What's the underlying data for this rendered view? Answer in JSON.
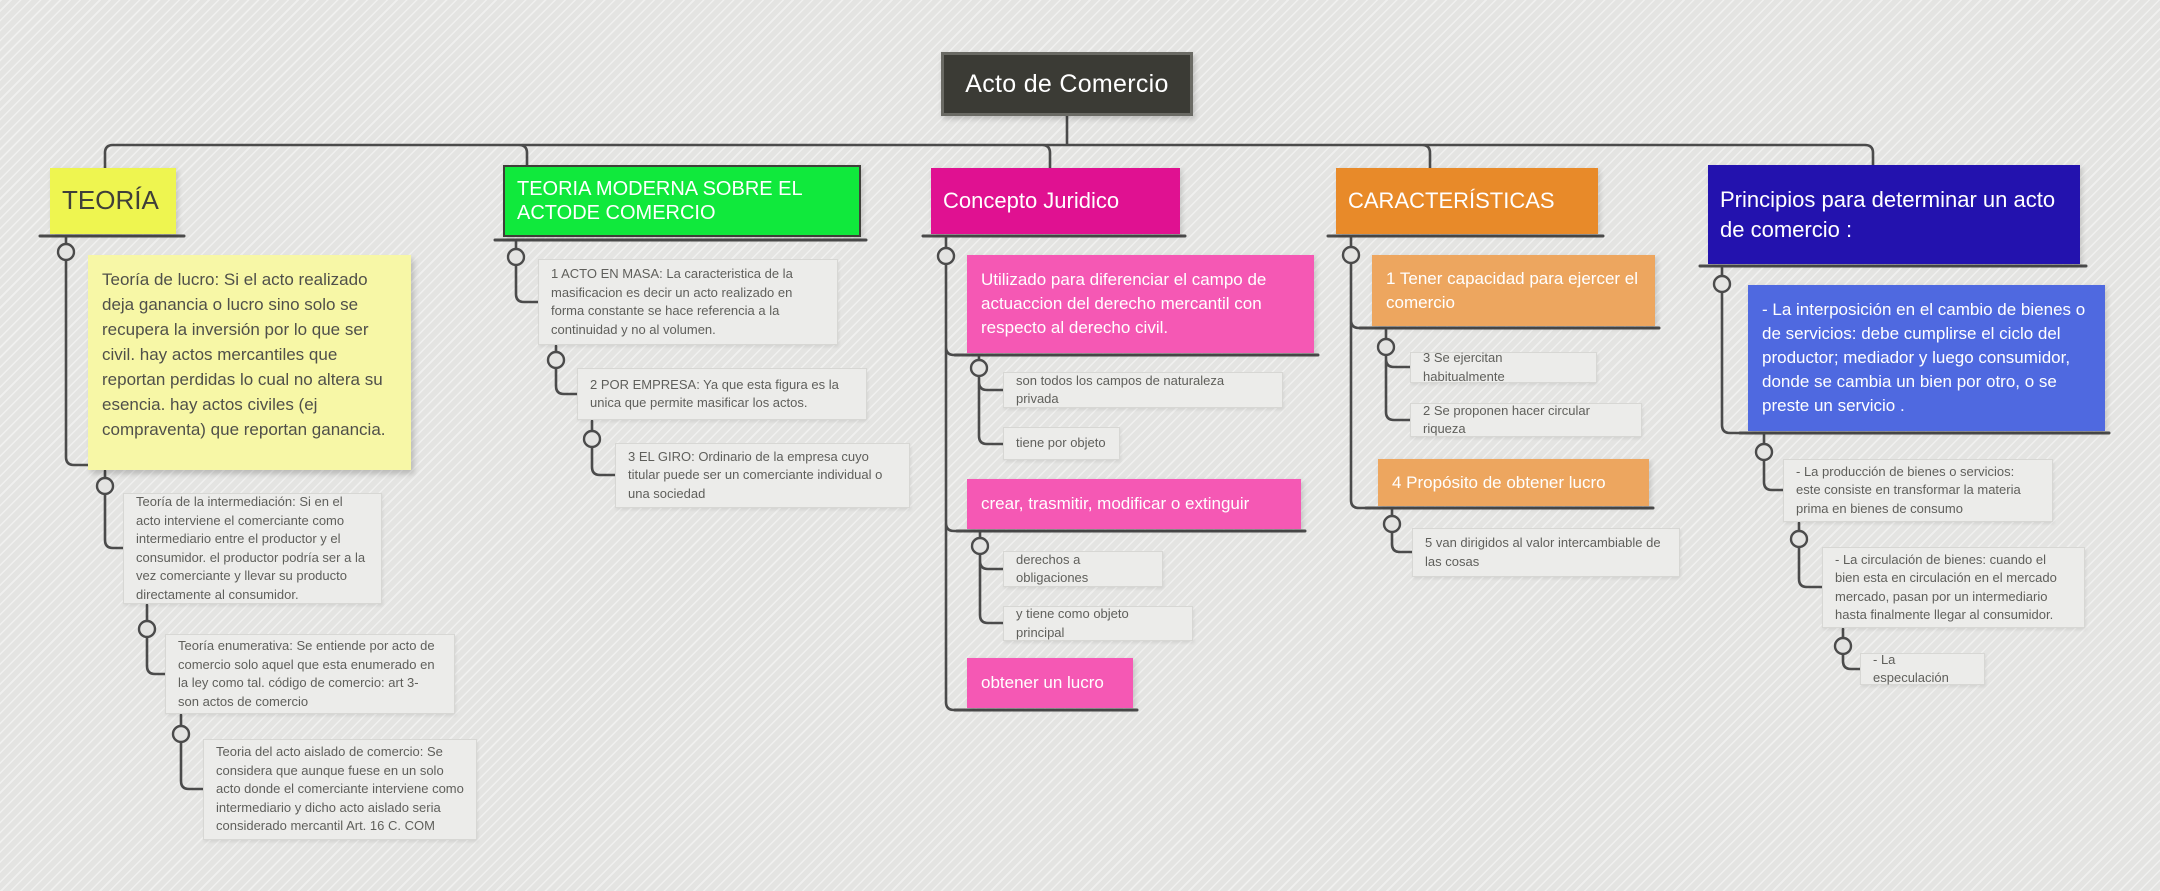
{
  "root": {
    "label": "Acto de Comercio"
  },
  "colors": {
    "background": "#e4e4e2",
    "root_fill": "#3b3b35",
    "connector": "#4b4b4b",
    "teoria_fill": "#eef550",
    "teoria_note_fill": "#f7f7a6",
    "moderna_fill": "#10e93c",
    "concepto_fill": "#e01191",
    "concepto_child_fill": "#f558b4",
    "caracteristicas_fill": "#e88a29",
    "caracteristicas_child_fill": "#eda65f",
    "principios_fill": "#2312ae",
    "principios_child_fill": "#4f69e0",
    "gray_note_fill": "#ececea"
  },
  "branches": [
    {
      "label": "TEORÍA",
      "children": [
        {
          "text": "Teoría de lucro: Si el acto realizado deja ganancia o lucro sino solo se recupera la inversión por lo que ser civil. hay actos mercantiles que reportan perdidas lo cual no altera su esencia. hay actos civiles (ej compraventa) que reportan ganancia."
        },
        {
          "text": "Teoría de la intermediación: Si en el acto interviene el comerciante como intermediario entre el productor y el consumidor. el productor podría ser a la vez comerciante y llevar su producto directamente al consumidor."
        },
        {
          "text": "Teoría enumerativa: Se entiende por acto de comercio solo aquel que esta enumerado en la ley como tal. código de comercio: art 3- son actos de comercio"
        },
        {
          "text": "Teoria del acto aislado de comercio: Se considera que aunque fuese en un solo acto donde el comerciante interviene como intermediario y dicho acto aislado seria considerado mercantil Art. 16 C. COM"
        }
      ]
    },
    {
      "label": "TEORIA MODERNA SOBRE EL ACTODE COMERCIO",
      "children": [
        {
          "text": "1 ACTO EN MASA: La caracteristica de la masificacion es decir un acto realizado en forma constante se hace referencia a la continuidad y no al volumen."
        },
        {
          "text": "2 POR EMPRESA: Ya que esta figura es la unica que permite masificar los actos."
        },
        {
          "text": "3 EL GIRO: Ordinario de la empresa cuyo titular puede ser un comerciante individual o una sociedad"
        }
      ]
    },
    {
      "label": "Concepto Juridico",
      "children": [
        {
          "text": "Utilizado para diferenciar el campo de actuaccion del derecho mercantil con respecto al derecho civil."
        },
        {
          "text": "son todos los campos de  naturaleza privada"
        },
        {
          "text": "tiene por objeto"
        },
        {
          "text": "crear, trasmitir, modificar o extinguir"
        },
        {
          "text": "derechos a obligaciones"
        },
        {
          "text": "y tiene como objeto principal"
        },
        {
          "text": "obtener un lucro"
        }
      ]
    },
    {
      "label": "CARACTERÍSTICAS",
      "children": [
        {
          "text": "1 Tener capacidad para ejercer el comercio"
        },
        {
          "text": "3 Se ejercitan habitualmente"
        },
        {
          "text": "2 Se proponen hacer circular riqueza"
        },
        {
          "text": "4 Propósito de obtener lucro"
        },
        {
          "text": "5 van dirigidos al valor intercambiable de las cosas"
        }
      ]
    },
    {
      "label": "Principios para determinar un acto de comercio :",
      "children": [
        {
          "text": "- La interposición en el cambio de bienes o de servicios: debe cumplirse el ciclo del productor; mediador y luego consumidor, donde se cambia un bien por otro, o se preste un servicio ."
        },
        {
          "text": "- La producción de bienes o servicios: este consiste en transformar la materia prima en bienes de consumo"
        },
        {
          "text": "- La circulación de bienes: cuando el bien esta en circulación en el mercado mercado, pasan por un intermediario hasta finalmente llegar al consumidor."
        },
        {
          "text": "- La especulación"
        }
      ]
    }
  ]
}
